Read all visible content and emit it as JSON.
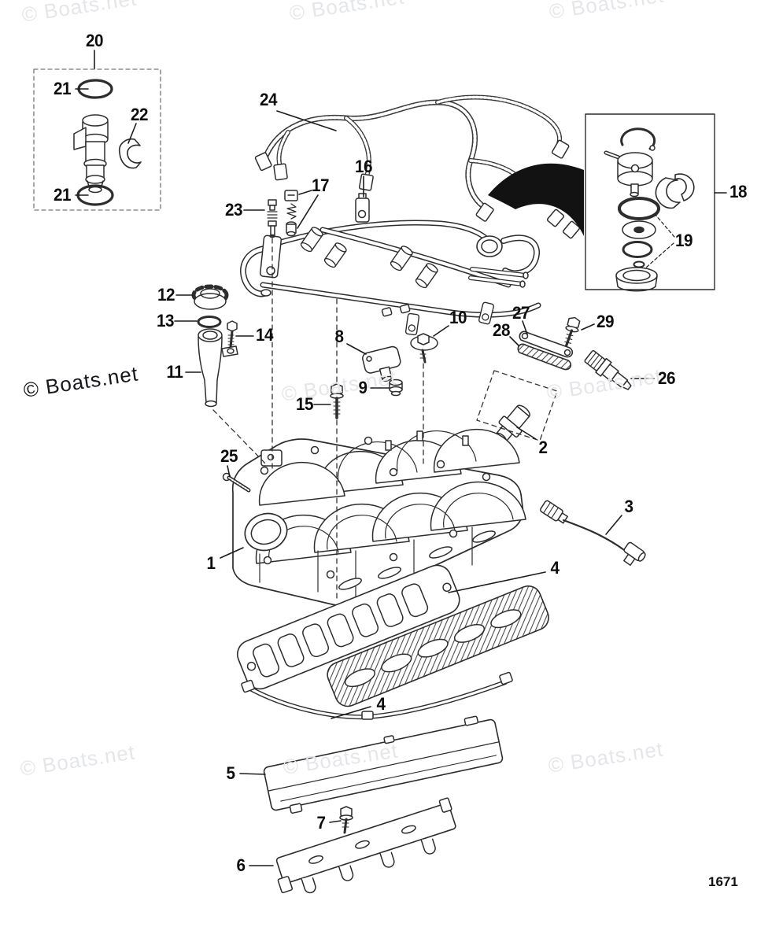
{
  "page": {
    "number": "1671"
  },
  "watermark": {
    "text": "© Boats.net",
    "light_color": "#e4e6e9",
    "dark_color": "#17181c",
    "instances": [
      {
        "pos": "top-left",
        "tone": "light"
      },
      {
        "pos": "top-center",
        "tone": "light"
      },
      {
        "pos": "top-right",
        "tone": "light"
      },
      {
        "pos": "middle-left",
        "tone": "dark"
      },
      {
        "pos": "middle-center",
        "tone": "light"
      },
      {
        "pos": "middle-right",
        "tone": "light"
      },
      {
        "pos": "bottom-left",
        "tone": "light"
      },
      {
        "pos": "bottom-center",
        "tone": "light"
      },
      {
        "pos": "bottom-right",
        "tone": "light"
      }
    ]
  },
  "diagram": {
    "type": "exploded-parts-diagram",
    "subject": "Intake manifold assembly with fuel rail, fuel injectors, pressure regulator, sensors, gaskets and brackets",
    "line_color": "#2d2d2d",
    "callouts": {
      "c1": "1",
      "c2": "2",
      "c3": "3",
      "c4a": "4",
      "c4b": "4",
      "c5": "5",
      "c6": "6",
      "c7": "7",
      "c8": "8",
      "c9": "9",
      "c10": "10",
      "c11": "11",
      "c12": "12",
      "c13": "13",
      "c14": "14",
      "c15": "15",
      "c16": "16",
      "c17": "17",
      "c18": "18",
      "c19": "19",
      "c20": "20",
      "c21a": "21",
      "c21b": "21",
      "c22": "22",
      "c23": "23",
      "c24": "24",
      "c25": "25",
      "c26": "26",
      "c27": "27",
      "c28": "28",
      "c29": "29"
    }
  }
}
